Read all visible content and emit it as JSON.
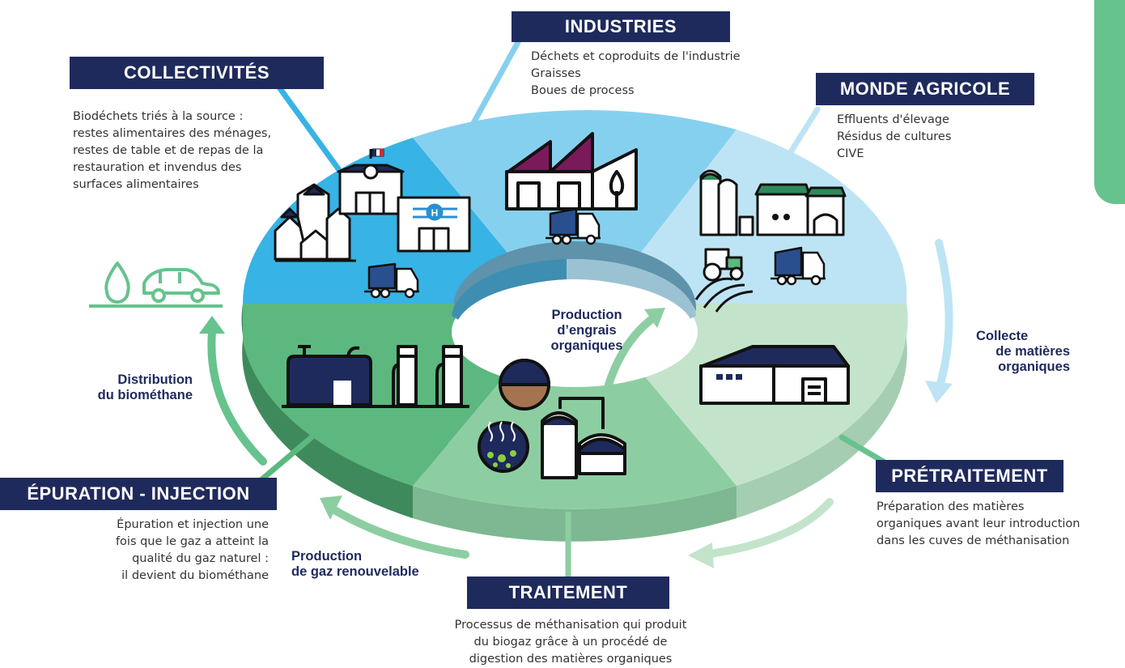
{
  "sectors": {
    "collectivites": {
      "title": "COLLECTIVITÉS",
      "lines": [
        "Biodéchets triés à la source :",
        "restes alimentaires des ménages,",
        "restes de table et de repas de la",
        "restauration et invendus des",
        "surfaces alimentaires"
      ]
    },
    "industries": {
      "title": "INDUSTRIES",
      "lines": [
        "Déchets et coproduits de l'industrie",
        "Graisses",
        "Boues de process"
      ]
    },
    "monde_agricole": {
      "title": "MONDE AGRICOLE",
      "lines": [
        "Effluents d'élevage",
        "Résidus de cultures",
        "CIVE"
      ]
    },
    "pretraitement": {
      "title": "PRÉTRAITEMENT",
      "lines": [
        "Préparation des matières",
        "organiques avant leur introduction",
        "dans les cuves de méthanisation"
      ]
    },
    "traitement": {
      "title": "TRAITEMENT",
      "lines": [
        "Processus de méthanisation qui produit",
        "du biogaz grâce à un procédé de",
        "digestion des matières organiques"
      ]
    },
    "epuration": {
      "title": "ÉPURATION - INJECTION",
      "lines": [
        "Épuration et injection une",
        "fois que le gaz a atteint la",
        "qualité du gaz naturel :",
        "il devient du biométhane"
      ]
    }
  },
  "steps": {
    "collecte": [
      "Collecte",
      "de matières",
      "organiques"
    ],
    "engrais": [
      "Production",
      "d’engrais",
      "organiques"
    ],
    "gaz": [
      "Production",
      "de gaz renouvelable"
    ],
    "distribution": [
      "Distribution",
      "du biométhane"
    ]
  },
  "icons": {
    "hospital_letter": "H"
  },
  "colors": {
    "navy": "#1f2a5c",
    "blue_dark": "#37b3e5",
    "blue_mid": "#86d0ef",
    "blue_light": "#bde4f4",
    "green_dark": "#5cb87e",
    "green_mid": "#8ccea1",
    "green_light": "#c3e4cb",
    "accent_green": "#66c38d"
  }
}
